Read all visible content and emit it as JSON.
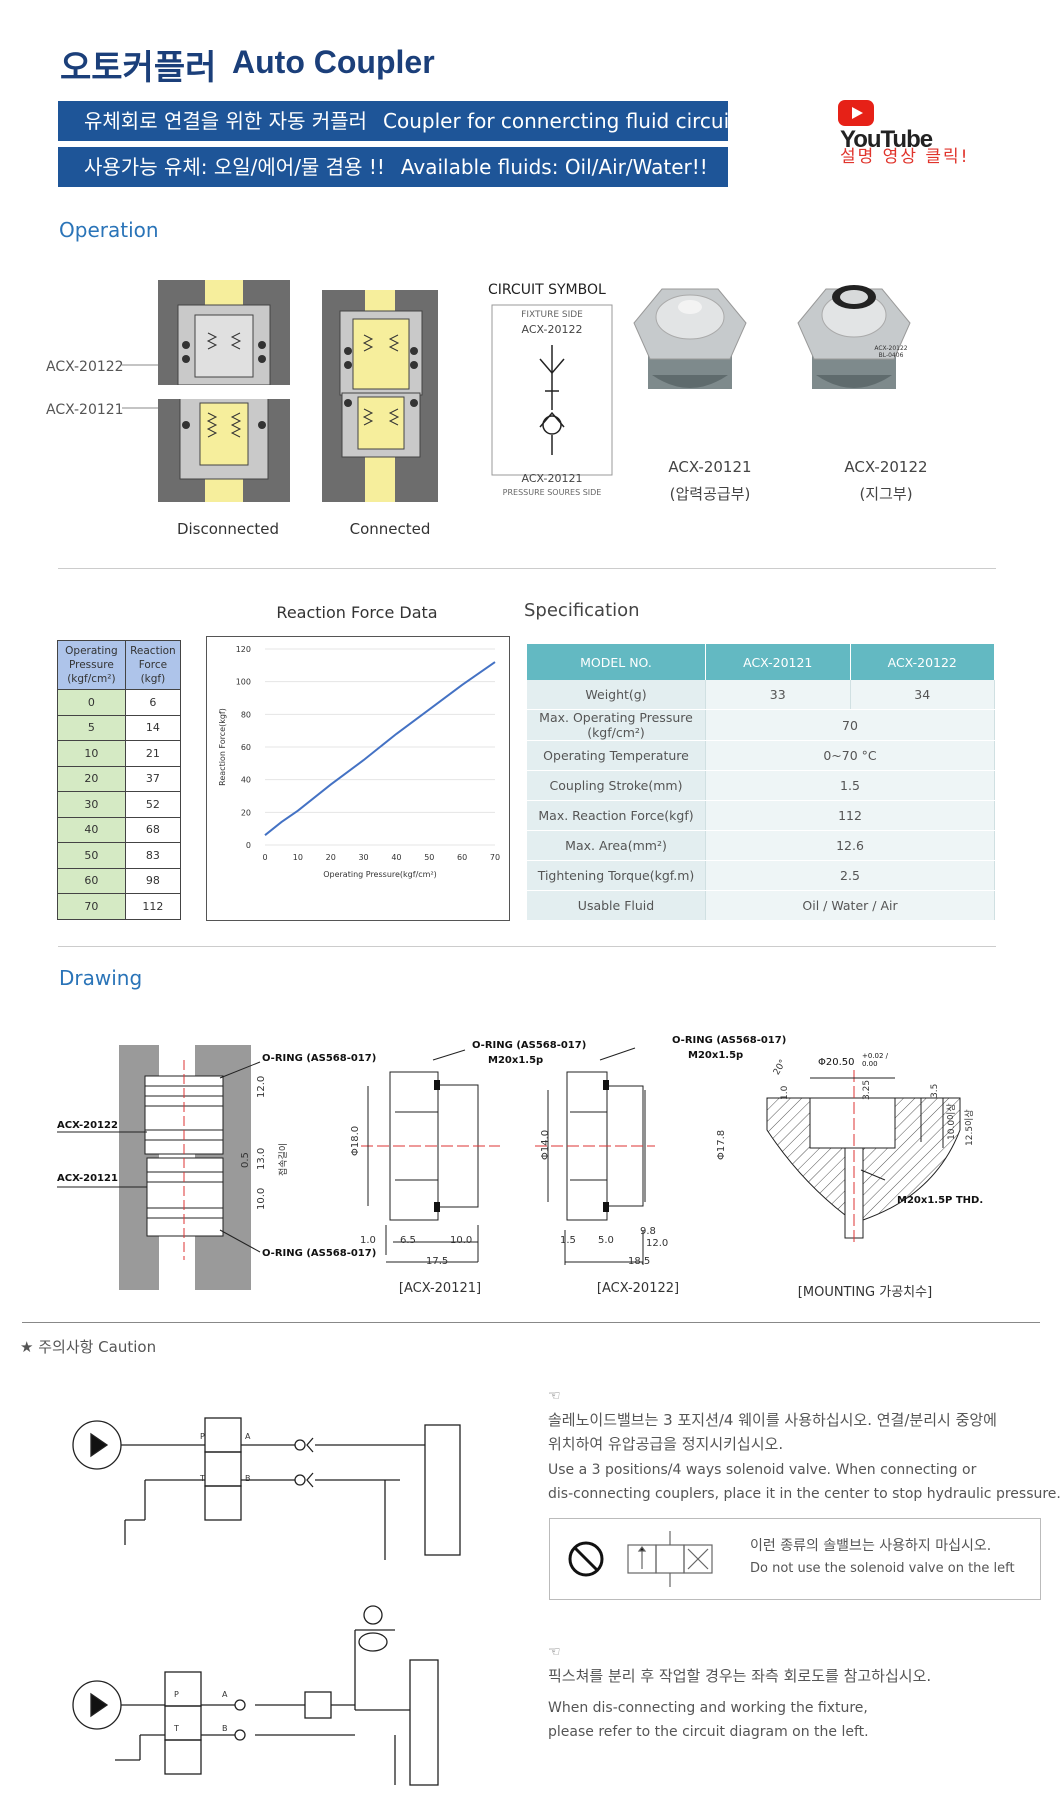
{
  "header": {
    "title_ko": "오토커플러",
    "title_en": "Auto Coupler",
    "band1_ko": "유체회로 연결을 위한 자동 커플러",
    "band1_en": "Coupler for connercting fluid circuit",
    "band2_ko": "사용가능 유체: 오일/에어/물 겸용 !!",
    "band2_en": "Available fluids: Oil/Air/Water!!",
    "youtube_word": "YouTube",
    "youtube_sub": "설명 영상 클릭!"
  },
  "operation": {
    "title": "Operation",
    "label_top": "ACX-20122",
    "label_bottom": "ACX-20121",
    "caption_disconnected": "Disconnected",
    "caption_connected": "Connected",
    "symbol_title": "CIRCUIT SYMBOL",
    "symbol_fixture": "FIXTURE SIDE",
    "symbol_top_model": "ACX-20122",
    "symbol_bottom_model": "ACX-20121",
    "symbol_pressure": "PRESSURE SOURES SIDE",
    "photo1_model": "ACX-20121",
    "photo1_desc": "(압력공급부)",
    "photo2_model": "ACX-20122",
    "photo2_desc": "(지그부)",
    "photo2_engrave1": "ACX-20122",
    "photo2_engrave2": "BL-0406"
  },
  "reaction_table": {
    "head1": "Operating Pressure (kgf/cm²)",
    "head2": "Reaction Force (kgf)",
    "rows": [
      [
        "0",
        "6"
      ],
      [
        "5",
        "14"
      ],
      [
        "10",
        "21"
      ],
      [
        "20",
        "37"
      ],
      [
        "30",
        "52"
      ],
      [
        "40",
        "68"
      ],
      [
        "50",
        "83"
      ],
      [
        "60",
        "98"
      ],
      [
        "70",
        "112"
      ]
    ]
  },
  "chart_data": {
    "type": "line",
    "title": "Reaction Force Data",
    "xlabel": "Operating Pressure(kgf/cm²)",
    "ylabel": "Reaction Force(kgf)",
    "x": [
      0,
      5,
      10,
      20,
      30,
      40,
      50,
      60,
      70
    ],
    "series": [
      {
        "values": [
          6,
          14,
          21,
          37,
          52,
          68,
          83,
          98,
          112
        ],
        "color": "#4472c4"
      }
    ],
    "xlim": [
      0,
      70
    ],
    "ylim": [
      0,
      120
    ],
    "xticks": [
      0,
      10,
      20,
      30,
      40,
      50,
      60,
      70
    ],
    "yticks": [
      0,
      20,
      40,
      60,
      80,
      100,
      120
    ],
    "grid": true
  },
  "spec": {
    "title": "Specification",
    "col_model": "MODEL NO.",
    "col_a": "ACX-20121",
    "col_b": "ACX-20122",
    "weight_label": "Weight(g)",
    "weight_a": "33",
    "weight_b": "34",
    "rows": [
      {
        "k": "Max. Operating Pressure (kgf/cm²)",
        "v": "70"
      },
      {
        "k": "Operating Temperature",
        "v": "0~70 °C"
      },
      {
        "k": "Coupling Stroke(mm)",
        "v": "1.5"
      },
      {
        "k": "Max. Reaction Force(kgf)",
        "v": "112"
      },
      {
        "k": "Max. Area(mm²)",
        "v": "12.6"
      },
      {
        "k": "Tightening Torque(kgf.m)",
        "v": "2.5"
      },
      {
        "k": "Usable Fluid",
        "v": "Oil / Water / Air"
      }
    ]
  },
  "drawing": {
    "title": "Drawing",
    "oring": "O-RING (AS568-017)",
    "thread": "M20x1.5p",
    "lbl_20122": "ACX-20122",
    "lbl_20121": "ACX-20121",
    "dim_12": "12.0",
    "dim_13": "13.0",
    "dim_05": "0.5",
    "dim_10": "10.0",
    "dim_conn": "접속길이",
    "d1_phi18": "Φ18.0",
    "d1_10": "1.0",
    "d1_65": "6.5",
    "d1_100": "10.0",
    "d1_175": "17.5",
    "d2_phi14": "Φ14.0",
    "d2_phi178": "Φ17.8",
    "d2_15": "1.5",
    "d2_50": "5.0",
    "d2_98": "9.8",
    "d2_120": "12.0",
    "d2_185": "18.5",
    "m_phi": "Φ20.50",
    "m_tol": "+0.02 / 0.00",
    "m_20": "20°",
    "m_1": "1.0",
    "m_325": "3.25",
    "m_35": "3.5",
    "m_100": "10.0이상",
    "m_125": "12.5이상",
    "m_thd": "M20x1.5P THD.",
    "cap1": "[ACX-20121]",
    "cap2": "[ACX-20122]",
    "cap3": "[MOUNTING 가공치수]"
  },
  "caution": {
    "title": "★ 주의사항 Caution",
    "hand": "☜",
    "text1_ko_line1": "솔레노이드밸브는 3 포지션/4 웨이를 사용하십시오. 연결/분리시 중앙에",
    "text1_ko_line2": "위치하여 유압공급을 정지시키십시오.",
    "text1_en_line1": "Use a 3 positions/4 ways solenoid valve.  When connecting or",
    "text1_en_line2": "dis-connecting couplers, place it in the center to stop hydraulic pressure.",
    "box_ko": "이런 종류의 솔밸브는 사용하지 마십시오.",
    "box_en": "Do not use the solenoid valve on the left",
    "text2_ko": "픽스쳐를 분리 후 작업할 경우는 좌측 회로도를 참고하십시오.",
    "text2_en_line1": "When dis-connecting and working the fixture,",
    "text2_en_line2": "please refer to the circuit diagram on the left.",
    "port_p": "P",
    "port_t": "T",
    "port_a": "A",
    "port_b": "B"
  }
}
